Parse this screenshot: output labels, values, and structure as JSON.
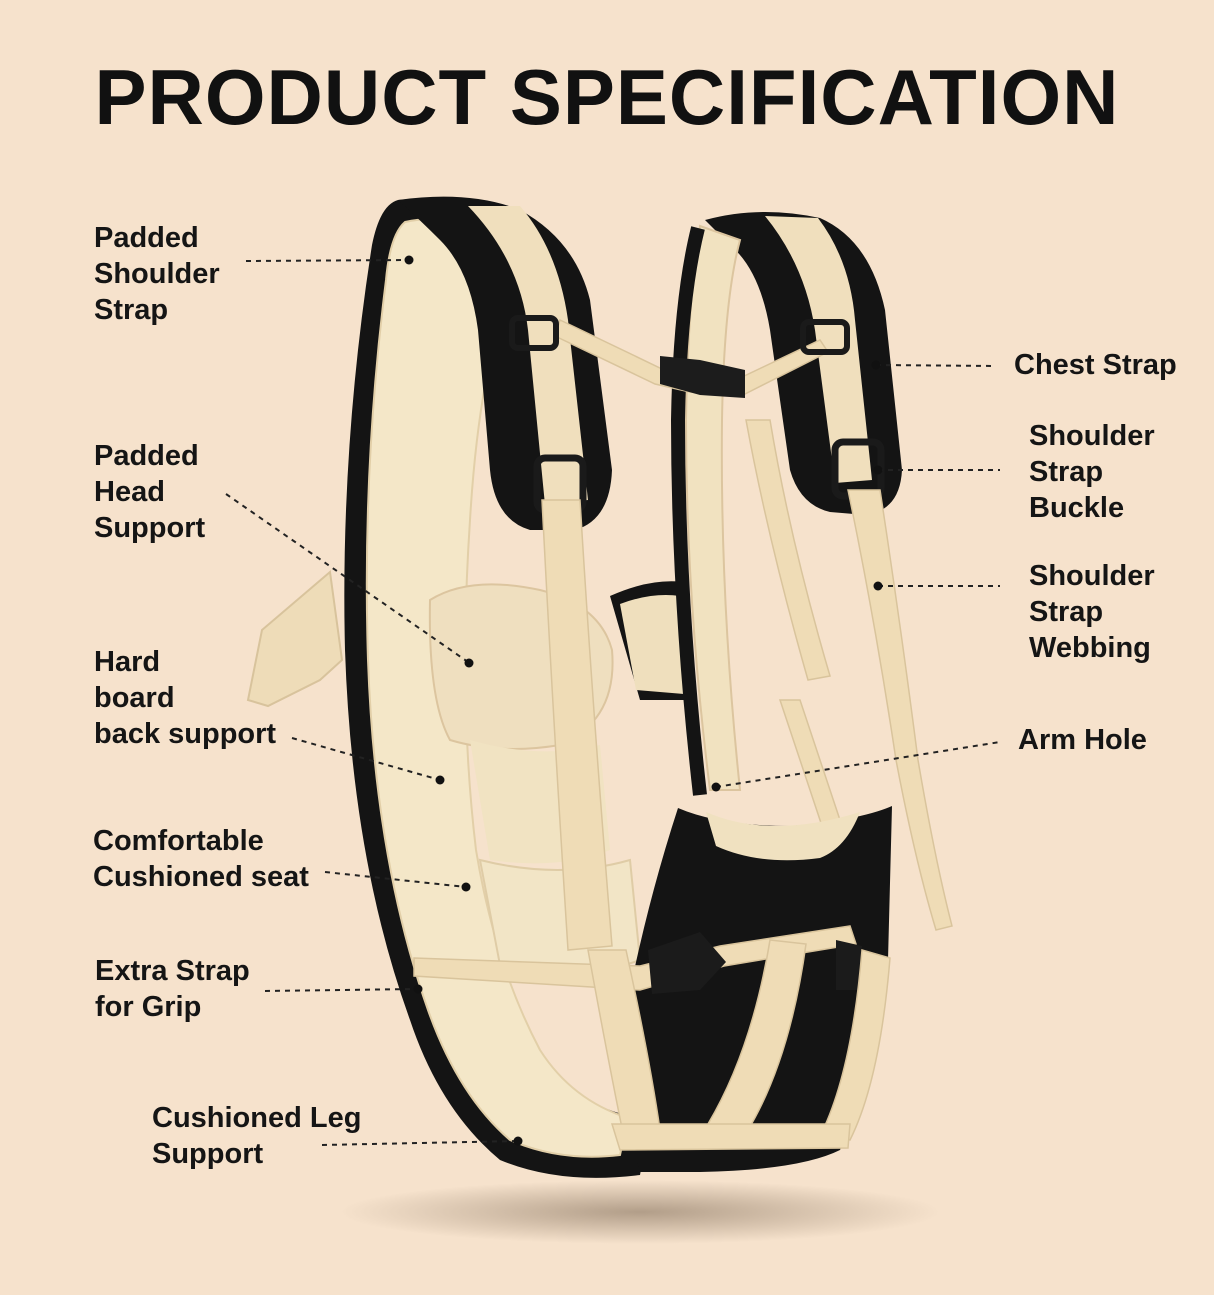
{
  "title": "PRODUCT SPECIFICATION",
  "colors": {
    "background": "#f6e2cc",
    "fabric_black": "#141414",
    "fabric_cream": "#f4e7c8",
    "webbing": "#efdcb6"
  },
  "labels": {
    "padded_shoulder_strap": [
      "Padded",
      "Shoulder",
      "Strap"
    ],
    "padded_head_support": [
      "Padded",
      "Head",
      "Support"
    ],
    "hard_board_back_support": [
      "Hard",
      "board",
      "back support"
    ],
    "comfortable_cushioned_seat": [
      "Comfortable",
      "Cushioned seat"
    ],
    "extra_strap_for_grip": [
      "Extra Strap",
      "for Grip"
    ],
    "cushioned_leg_support": [
      "Cushioned Leg",
      "Support"
    ],
    "chest_strap": [
      "Chest Strap"
    ],
    "shoulder_strap_buckle": [
      "Shoulder",
      "Strap",
      "Buckle"
    ],
    "shoulder_strap_webbing": [
      "Shoulder",
      "Strap",
      "Webbing"
    ],
    "arm_hole": [
      "Arm Hole"
    ]
  }
}
